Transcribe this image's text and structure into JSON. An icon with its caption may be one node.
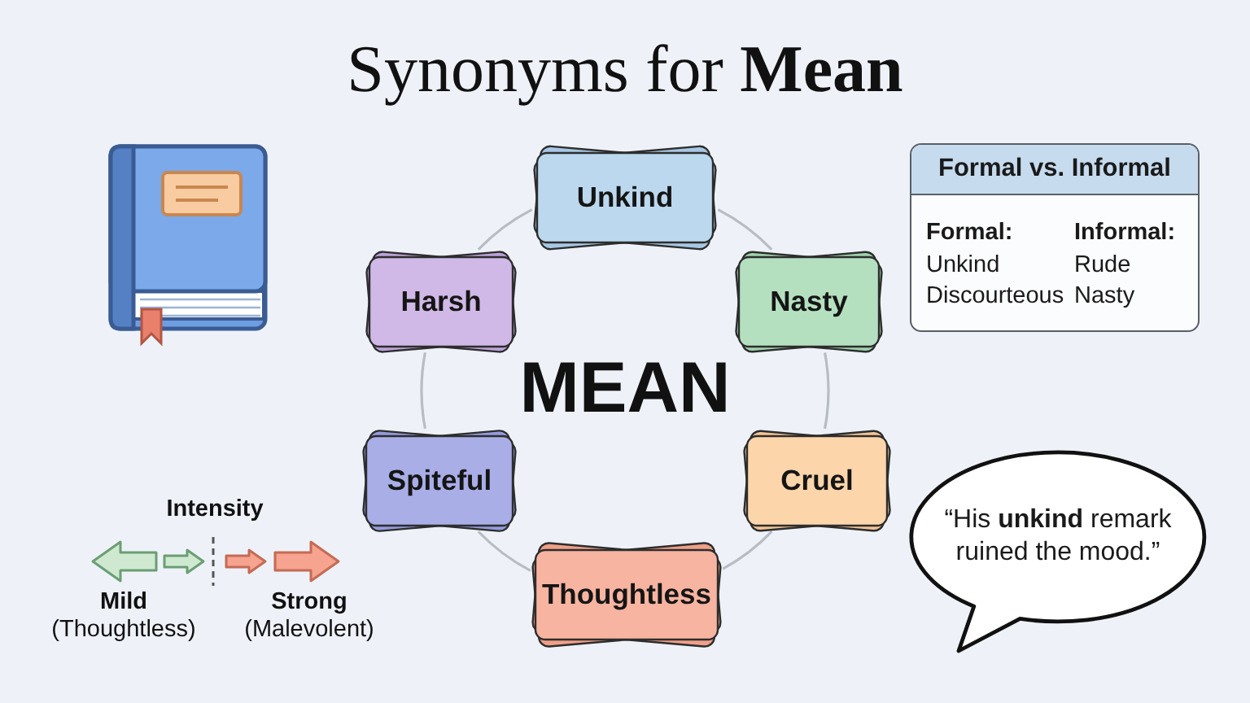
{
  "diagram": {
    "title": "Synonyms for **Mean**",
    "nodes": [
      {
        "text": [
          "Unkind"
        ]
      },
      {
        "text": [
          "Harsh"
        ]
      },
      {
        "text": [
          "Nasty"
        ]
      },
      {
        "text": [
          "Spiteful"
        ]
      },
      {
        "text": [
          "Cruel"
        ]
      },
      {
        "text": [
          "Thoughtless"
        ]
      },
      {
        "text": [
          "Formal vs. Informal",
          "Formal:",
          "Informal:",
          "Unkind",
          "Rude",
          "Discourteous",
          "Nasty"
        ]
      },
      {
        "text": [
          "“His **unkind** remark ruined the mood.”"
        ]
      }
    ],
    "edges": [
      {
        "from": 0,
        "to": 2,
        "arrow": "none"
      },
      {
        "from": 2,
        "to": 4,
        "arrow": "none"
      },
      {
        "from": 4,
        "to": 5,
        "arrow": "none"
      },
      {
        "from": 5,
        "to": 3,
        "arrow": "none"
      },
      {
        "from": 3,
        "to": 1,
        "arrow": "none"
      },
      {
        "from": 1,
        "to": 0,
        "arrow": "none"
      }
    ],
    "labels": [
      "MEAN",
      "Intensity",
      "Mild",
      "(Thoughtless)",
      "Strong",
      "(Malevolent)"
    ]
  }
}
